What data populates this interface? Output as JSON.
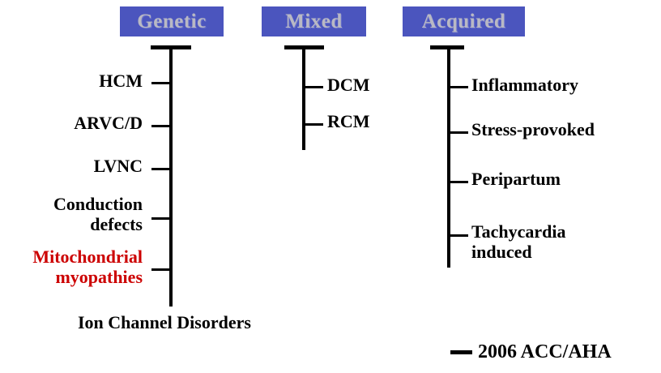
{
  "colors": {
    "header_bg": "#4B55BE",
    "header_text": "#B9B9C4",
    "line": "#000000",
    "label_text": "#000000",
    "highlight_text": "#CC0000",
    "background": "#FFFFFF"
  },
  "columns": [
    {
      "id": "genetic",
      "header": "Genetic",
      "side": "left",
      "items": [
        {
          "label": "HCM",
          "highlight": false
        },
        {
          "label": "ARVC/D",
          "highlight": false
        },
        {
          "label": "LVNC",
          "highlight": false
        },
        {
          "label": "Conduction\ndefects",
          "highlight": false
        },
        {
          "label": "Mitochondrial\nmyopathies",
          "highlight": true
        }
      ],
      "footer_item": "Ion Channel Disorders"
    },
    {
      "id": "mixed",
      "header": "Mixed",
      "side": "right",
      "items": [
        {
          "label": "DCM",
          "highlight": false
        },
        {
          "label": "RCM",
          "highlight": false
        }
      ]
    },
    {
      "id": "acquired",
      "header": "Acquired",
      "side": "right",
      "items": [
        {
          "label": "Inflammatory",
          "highlight": false
        },
        {
          "label": "Stress-provoked",
          "highlight": false
        },
        {
          "label": "Peripartum",
          "highlight": false
        },
        {
          "label": "Tachycardia\ninduced",
          "highlight": false
        }
      ]
    }
  ],
  "citation": {
    "dash": "—",
    "text": "2006 ACC/AHA"
  }
}
